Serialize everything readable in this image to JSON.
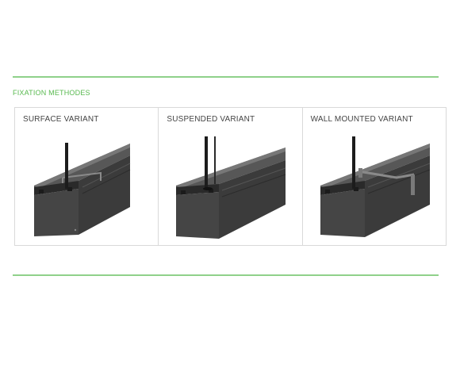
{
  "section": {
    "title": "FIXATION METHODES",
    "accent_color": "#8fd18a",
    "title_color": "#58b94f"
  },
  "variants": [
    {
      "label": "SURFACE VARIANT"
    },
    {
      "label": "SUSPENDED VARIANT"
    },
    {
      "label": "WALL MOUNTED VARIANT"
    }
  ]
}
